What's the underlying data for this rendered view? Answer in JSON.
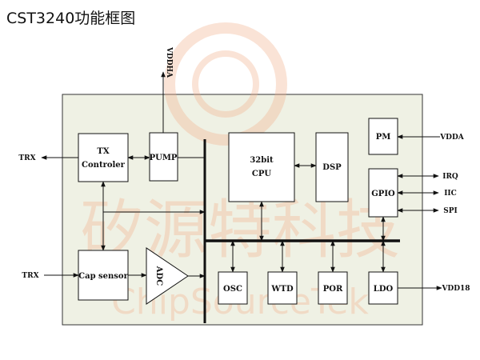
{
  "title": "CST3240功能框图",
  "watermark": {
    "cn": "矽源特科技",
    "en": "ChipSourceTek"
  },
  "blocks": {
    "tx_line1": "TX",
    "tx_line2": "Controler",
    "pump": "PUMP",
    "cpu_line1": "32bit",
    "cpu_line2": "CPU",
    "dsp": "DSP",
    "pm": "PM",
    "gpio": "GPIO",
    "cap_sensor": "Cap sensor",
    "adc": "ADC",
    "osc": "OSC",
    "wtd": "WTD",
    "por": "POR",
    "ldo": "LDO"
  },
  "signals": {
    "vddha": "VDDHA",
    "trx_out": "TRX",
    "trx_in": "TRX",
    "vdda": "VDDA",
    "irq": "IRQ",
    "iic": "IIC",
    "spi": "SPI",
    "vdd18": "VDD18"
  },
  "colors": {
    "chip_fill": "#eff1e4",
    "line": "#111111",
    "watermark": "#f3b08c"
  }
}
